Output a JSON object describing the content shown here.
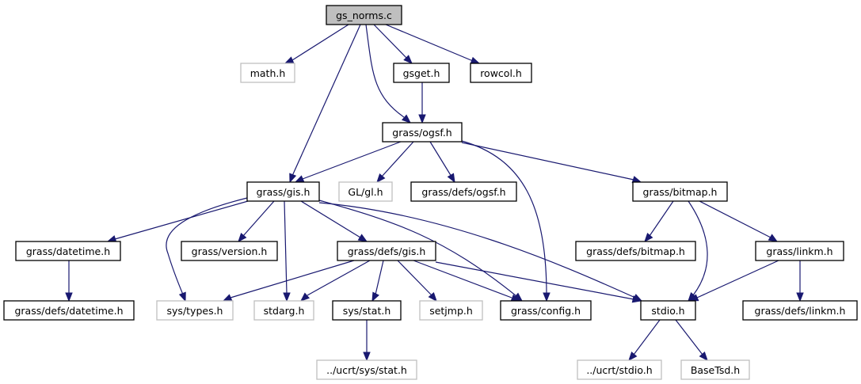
{
  "title": "gs_norms.c include dependency graph",
  "colors": {
    "edge": "#191970",
    "root_fill": "#bfbfbf",
    "documented_border": "#000000",
    "external_border": "#bfbfbf",
    "node_fill": "#ffffff"
  },
  "nodes": [
    {
      "id": "gs_norms_c",
      "label": "gs_norms.c",
      "kind": "root"
    },
    {
      "id": "math_h",
      "label": "math.h",
      "kind": "external"
    },
    {
      "id": "gsget_h",
      "label": "gsget.h",
      "kind": "documented"
    },
    {
      "id": "rowcol_h",
      "label": "rowcol.h",
      "kind": "documented"
    },
    {
      "id": "grass_ogsf_h",
      "label": "grass/ogsf.h",
      "kind": "documented"
    },
    {
      "id": "grass_gis_h",
      "label": "grass/gis.h",
      "kind": "documented"
    },
    {
      "id": "gl_gl_h",
      "label": "GL/gl.h",
      "kind": "external"
    },
    {
      "id": "grass_defs_ogsf_h",
      "label": "grass/defs/ogsf.h",
      "kind": "documented"
    },
    {
      "id": "grass_bitmap_h",
      "label": "grass/bitmap.h",
      "kind": "documented"
    },
    {
      "id": "grass_datetime_h",
      "label": "grass/datetime.h",
      "kind": "documented"
    },
    {
      "id": "grass_version_h",
      "label": "grass/version.h",
      "kind": "documented"
    },
    {
      "id": "grass_defs_gis_h",
      "label": "grass/defs/gis.h",
      "kind": "documented"
    },
    {
      "id": "grass_defs_bitmap_h",
      "label": "grass/defs/bitmap.h",
      "kind": "documented"
    },
    {
      "id": "grass_linkm_h",
      "label": "grass/linkm.h",
      "kind": "documented"
    },
    {
      "id": "grass_defs_datetime_h",
      "label": "grass/defs/datetime.h",
      "kind": "documented"
    },
    {
      "id": "sys_types_h",
      "label": "sys/types.h",
      "kind": "external"
    },
    {
      "id": "stdarg_h",
      "label": "stdarg.h",
      "kind": "external"
    },
    {
      "id": "sys_stat_h",
      "label": "sys/stat.h",
      "kind": "documented"
    },
    {
      "id": "setjmp_h",
      "label": "setjmp.h",
      "kind": "external"
    },
    {
      "id": "grass_config_h",
      "label": "grass/config.h",
      "kind": "documented"
    },
    {
      "id": "stdio_h",
      "label": "stdio.h",
      "kind": "documented"
    },
    {
      "id": "grass_defs_linkm_h",
      "label": "grass/defs/linkm.h",
      "kind": "documented"
    },
    {
      "id": "ucrt_sys_stat_h",
      "label": "../ucrt/sys/stat.h",
      "kind": "external"
    },
    {
      "id": "ucrt_stdio_h",
      "label": "../ucrt/stdio.h",
      "kind": "external"
    },
    {
      "id": "basetsd_h",
      "label": "BaseTsd.h",
      "kind": "external"
    }
  ],
  "edges": [
    {
      "from": "gs_norms_c",
      "to": "math_h"
    },
    {
      "from": "gs_norms_c",
      "to": "grass_gis_h"
    },
    {
      "from": "gs_norms_c",
      "to": "grass_ogsf_h"
    },
    {
      "from": "gs_norms_c",
      "to": "gsget_h"
    },
    {
      "from": "gs_norms_c",
      "to": "rowcol_h"
    },
    {
      "from": "gsget_h",
      "to": "grass_ogsf_h"
    },
    {
      "from": "grass_ogsf_h",
      "to": "grass_gis_h"
    },
    {
      "from": "grass_ogsf_h",
      "to": "gl_gl_h"
    },
    {
      "from": "grass_ogsf_h",
      "to": "grass_defs_ogsf_h"
    },
    {
      "from": "grass_ogsf_h",
      "to": "grass_config_h"
    },
    {
      "from": "grass_ogsf_h",
      "to": "grass_bitmap_h"
    },
    {
      "from": "grass_gis_h",
      "to": "grass_datetime_h"
    },
    {
      "from": "grass_gis_h",
      "to": "sys_types_h"
    },
    {
      "from": "grass_gis_h",
      "to": "grass_version_h"
    },
    {
      "from": "grass_gis_h",
      "to": "stdarg_h"
    },
    {
      "from": "grass_gis_h",
      "to": "grass_defs_gis_h"
    },
    {
      "from": "grass_gis_h",
      "to": "grass_config_h"
    },
    {
      "from": "grass_gis_h",
      "to": "stdio_h"
    },
    {
      "from": "grass_datetime_h",
      "to": "grass_defs_datetime_h"
    },
    {
      "from": "grass_defs_gis_h",
      "to": "sys_types_h"
    },
    {
      "from": "grass_defs_gis_h",
      "to": "stdarg_h"
    },
    {
      "from": "grass_defs_gis_h",
      "to": "sys_stat_h"
    },
    {
      "from": "grass_defs_gis_h",
      "to": "setjmp_h"
    },
    {
      "from": "grass_defs_gis_h",
      "to": "grass_config_h"
    },
    {
      "from": "grass_defs_gis_h",
      "to": "stdio_h"
    },
    {
      "from": "sys_stat_h",
      "to": "ucrt_sys_stat_h"
    },
    {
      "from": "grass_bitmap_h",
      "to": "grass_defs_bitmap_h"
    },
    {
      "from": "grass_bitmap_h",
      "to": "stdio_h"
    },
    {
      "from": "grass_bitmap_h",
      "to": "grass_linkm_h"
    },
    {
      "from": "grass_linkm_h",
      "to": "stdio_h"
    },
    {
      "from": "grass_linkm_h",
      "to": "grass_defs_linkm_h"
    },
    {
      "from": "stdio_h",
      "to": "ucrt_stdio_h"
    },
    {
      "from": "stdio_h",
      "to": "basetsd_h"
    }
  ]
}
